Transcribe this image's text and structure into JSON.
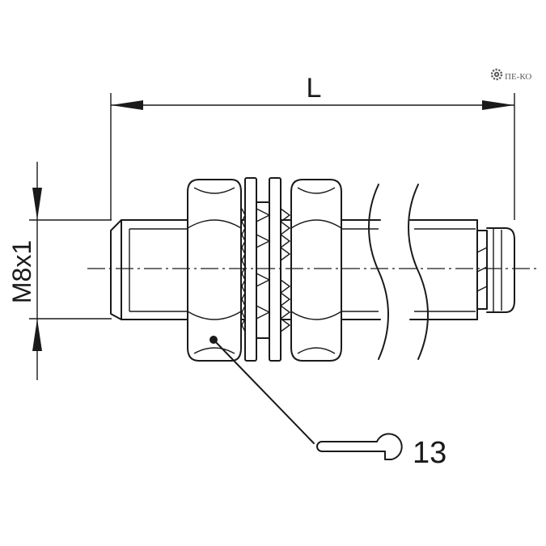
{
  "dimension_length_label": "L",
  "dimension_thread_label": "M8x1",
  "wrench_size_label": "13",
  "logo": {
    "text": "ПЕ-КО",
    "icon": "gear-icon"
  },
  "colors": {
    "line": "#1a1a1a",
    "background": "#ffffff",
    "logo": "#5a5a5a"
  }
}
